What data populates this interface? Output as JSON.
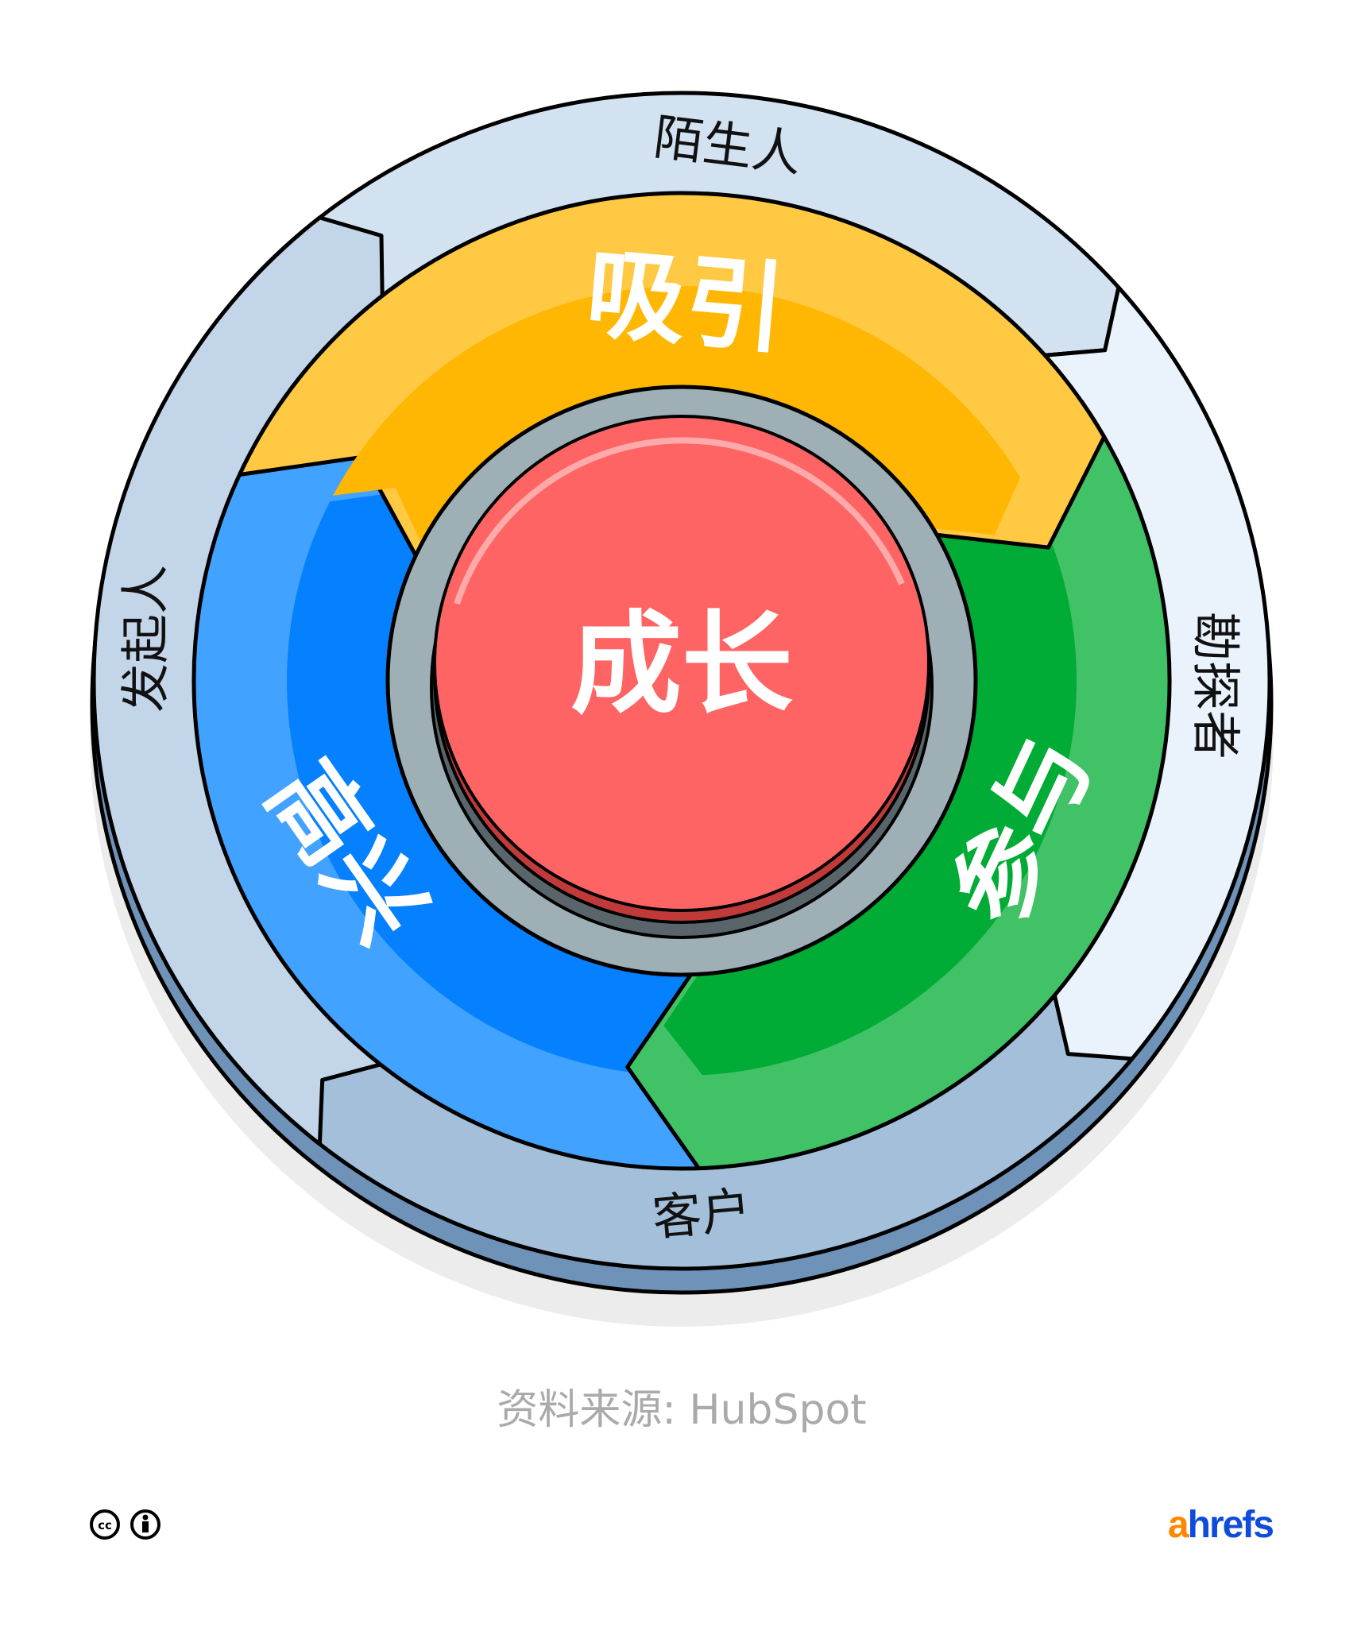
{
  "outer_ring": {
    "top": "陌生人",
    "right": "勘探者",
    "bottom": "客户",
    "left": "发起人"
  },
  "stages": {
    "attract": "吸引",
    "engage": "参与",
    "delight": "高兴"
  },
  "center": "成长",
  "source": "资料来源: HubSpot",
  "brand": {
    "a": "a",
    "rest": "hrefs"
  },
  "license_icons": [
    "cc-icon",
    "attribution-icon"
  ],
  "colors": {
    "yellow": "#ffb703",
    "yellow_light": "#ffc943",
    "green": "#00ac35",
    "green_light": "#41c267",
    "blue": "#0580ff",
    "blue_light": "#42a2ff",
    "red": "#fe6464",
    "gray": "#9eb0b6",
    "ring_top": "#d3e2f1",
    "ring_right": "#eaf2fc",
    "ring_bottom": "#a4bfd9",
    "ring_left": "#c3d5e8",
    "ahrefs_orange": "#ff8800",
    "ahrefs_blue": "#0f4cdc"
  }
}
